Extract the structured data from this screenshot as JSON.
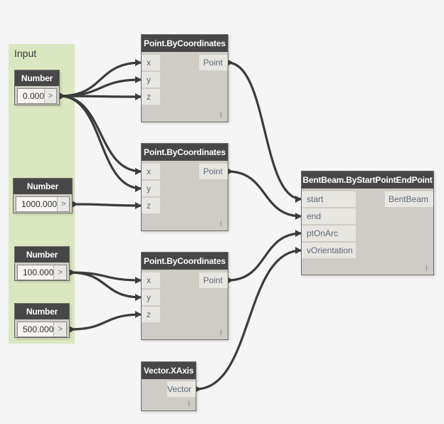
{
  "palette": {
    "canvas_bg": "#f5f5f5",
    "group_green": "#dbe7c1",
    "node_header": "#474747",
    "node_body": "#cfccc6",
    "port_strip": "#e8e6e1",
    "port_text": "#5c6875",
    "wire": "#3b3b3b"
  },
  "group": {
    "label": "Input"
  },
  "nodes": {
    "number0": {
      "title": "Number",
      "value": "0.000",
      "stepper": ">"
    },
    "number1000": {
      "title": "Number",
      "value": "1000.000",
      "stepper": ">"
    },
    "number100": {
      "title": "Number",
      "value": "100.000",
      "stepper": ">"
    },
    "number500": {
      "title": "Number",
      "value": "500.000",
      "stepper": ">"
    },
    "point1": {
      "title": "Point.ByCoordinates",
      "inputs": [
        "x",
        "y",
        "z"
      ],
      "output": "Point",
      "lacing": "I"
    },
    "point2": {
      "title": "Point.ByCoordinates",
      "inputs": [
        "x",
        "y",
        "z"
      ],
      "output": "Point",
      "lacing": "I"
    },
    "point3": {
      "title": "Point.ByCoordinates",
      "inputs": [
        "x",
        "y",
        "z"
      ],
      "output": "Point",
      "lacing": "I"
    },
    "bentbeam": {
      "title": "BentBeam.ByStartPointEndPoint",
      "inputs": [
        "start",
        "end",
        "ptOnArc",
        "vOrientation"
      ],
      "output": "BentBeam",
      "lacing": "I"
    },
    "vector": {
      "title": "Vector.XAxis",
      "output": "Vector",
      "lacing": "I"
    }
  },
  "wires": [
    {
      "from": "number0.out",
      "to": "point1.x"
    },
    {
      "from": "number0.out",
      "to": "point1.y"
    },
    {
      "from": "number0.out",
      "to": "point1.z"
    },
    {
      "from": "number0.out",
      "to": "point2.x"
    },
    {
      "from": "number0.out",
      "to": "point2.y"
    },
    {
      "from": "number1000.out",
      "to": "point2.z"
    },
    {
      "from": "number100.out",
      "to": "point3.x"
    },
    {
      "from": "number100.out",
      "to": "point3.y"
    },
    {
      "from": "number500.out",
      "to": "point3.z"
    },
    {
      "from": "point1.out",
      "to": "bentbeam.start"
    },
    {
      "from": "point2.out",
      "to": "bentbeam.end"
    },
    {
      "from": "point3.out",
      "to": "bentbeam.ptOnArc"
    },
    {
      "from": "vector.out",
      "to": "bentbeam.vOrientation"
    }
  ]
}
